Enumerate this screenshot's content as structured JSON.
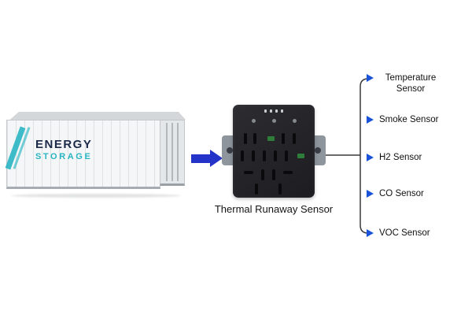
{
  "title": "Thermal Runaway Sensor",
  "container": {
    "brand_line1": "ENERGY",
    "brand_line2": "STORAGE"
  },
  "sensors": [
    {
      "label": "Temperature Sensor"
    },
    {
      "label": "Smoke Sensor"
    },
    {
      "label": "H2 Sensor"
    },
    {
      "label": "CO Sensor"
    },
    {
      "label": "VOC Sensor"
    }
  ],
  "colors": {
    "arrow_blue": "#2433c8",
    "marker_blue": "#1a53d8",
    "teal": "#2ab5c3",
    "navy": "#1b2a49"
  }
}
